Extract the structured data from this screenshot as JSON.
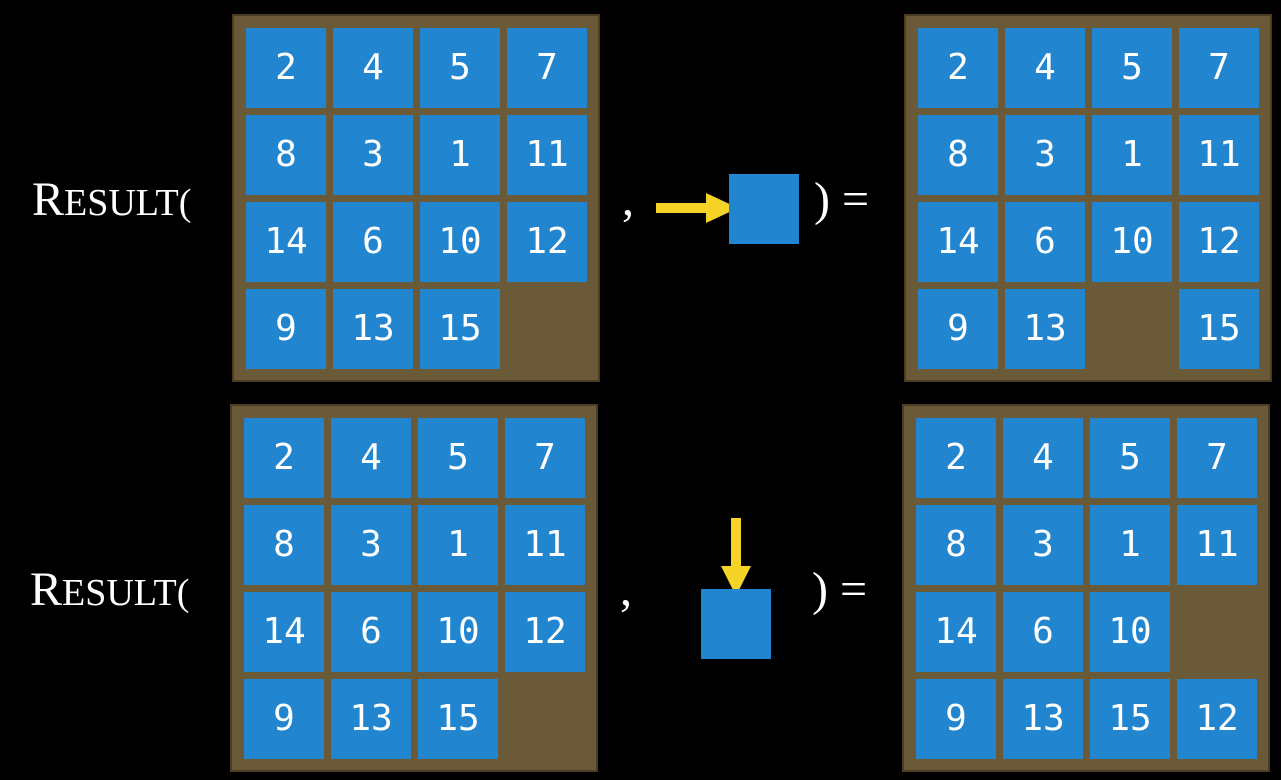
{
  "colors": {
    "background": "#000000",
    "board": "#6b5a37",
    "tile": "#2185d0",
    "arrow": "#f5d327",
    "text": "#ffffff"
  },
  "rows": [
    {
      "label_first": "R",
      "label_rest": "ESULT(",
      "comma": ",",
      "close": ") =",
      "action": {
        "icon": "arrow-right-icon",
        "direction": "right"
      },
      "input_board": [
        [
          2,
          4,
          5,
          7
        ],
        [
          8,
          3,
          1,
          11
        ],
        [
          14,
          6,
          10,
          12
        ],
        [
          9,
          13,
          15,
          null
        ]
      ],
      "output_board": [
        [
          2,
          4,
          5,
          7
        ],
        [
          8,
          3,
          1,
          11
        ],
        [
          14,
          6,
          10,
          12
        ],
        [
          9,
          13,
          null,
          15
        ]
      ]
    },
    {
      "label_first": "R",
      "label_rest": "ESULT(",
      "comma": ",",
      "close": ") =",
      "action": {
        "icon": "arrow-down-icon",
        "direction": "down"
      },
      "input_board": [
        [
          2,
          4,
          5,
          7
        ],
        [
          8,
          3,
          1,
          11
        ],
        [
          14,
          6,
          10,
          12
        ],
        [
          9,
          13,
          15,
          null
        ]
      ],
      "output_board": [
        [
          2,
          4,
          5,
          7
        ],
        [
          8,
          3,
          1,
          11
        ],
        [
          14,
          6,
          10,
          null
        ],
        [
          9,
          13,
          15,
          12
        ]
      ]
    }
  ]
}
